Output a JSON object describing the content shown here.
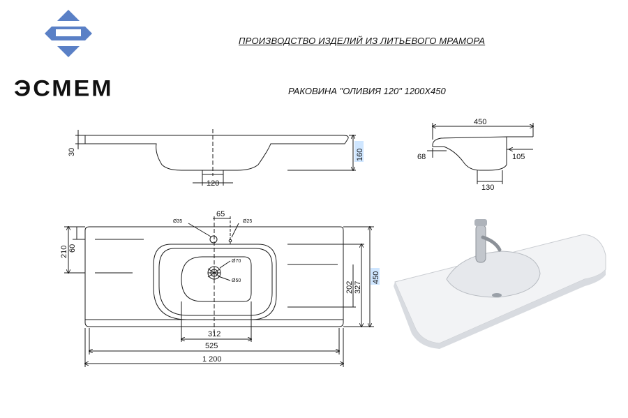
{
  "header": {
    "brand": "ЭСМЕМ",
    "subtitle": "ПРОИЗВОДСТВО ИЗДЕЛИЙ ИЗ ЛИТЬЕВОГО МРАМОРА",
    "product": "РАКОВИНА \"ОЛИВИЯ 120\" 1200Х450"
  },
  "colors": {
    "logo_blue": "#5a80c6",
    "line": "#1a1a1a",
    "highlight": "#cfe6ff"
  },
  "front_view": {
    "thickness": "30",
    "height": "160",
    "drain_width": "120"
  },
  "side_view": {
    "depth": "450",
    "front_offset": "68",
    "back_offset": "105",
    "drain_offset": "130"
  },
  "top_view": {
    "faucet_hole": "Ø35",
    "overflow_hole": "Ø25",
    "faucet_to_overflow": "65",
    "drain_outer": "Ø70",
    "drain_inner": "Ø50",
    "left_to_bowl": "210",
    "left_to_faucet": "60",
    "bowl_depth_inner": "202",
    "bowl_depth_outer": "327",
    "total_depth": "450",
    "inner_bowl_width": "312",
    "outer_bowl_width": "525",
    "total_width": "1 200"
  },
  "photo": {
    "icon": "sink-photo-icon"
  }
}
